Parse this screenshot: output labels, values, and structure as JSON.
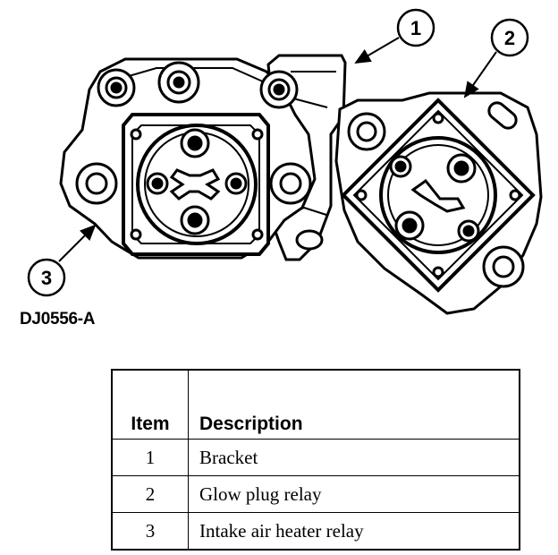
{
  "callouts": [
    {
      "number": "1",
      "target": "bracket"
    },
    {
      "number": "2",
      "target": "glow-plug-relay"
    },
    {
      "number": "3",
      "target": "intake-air-heater-relay"
    }
  ],
  "figure_code": "DJ0556-A",
  "legend": {
    "headers": {
      "item": "Item",
      "description": "Description"
    },
    "rows": [
      {
        "item": "1",
        "description": "Bracket"
      },
      {
        "item": "2",
        "description": "Glow plug relay"
      },
      {
        "item": "3",
        "description": "Intake air heater relay"
      }
    ]
  },
  "colors": {
    "ink": "#000000",
    "paper": "#ffffff"
  }
}
